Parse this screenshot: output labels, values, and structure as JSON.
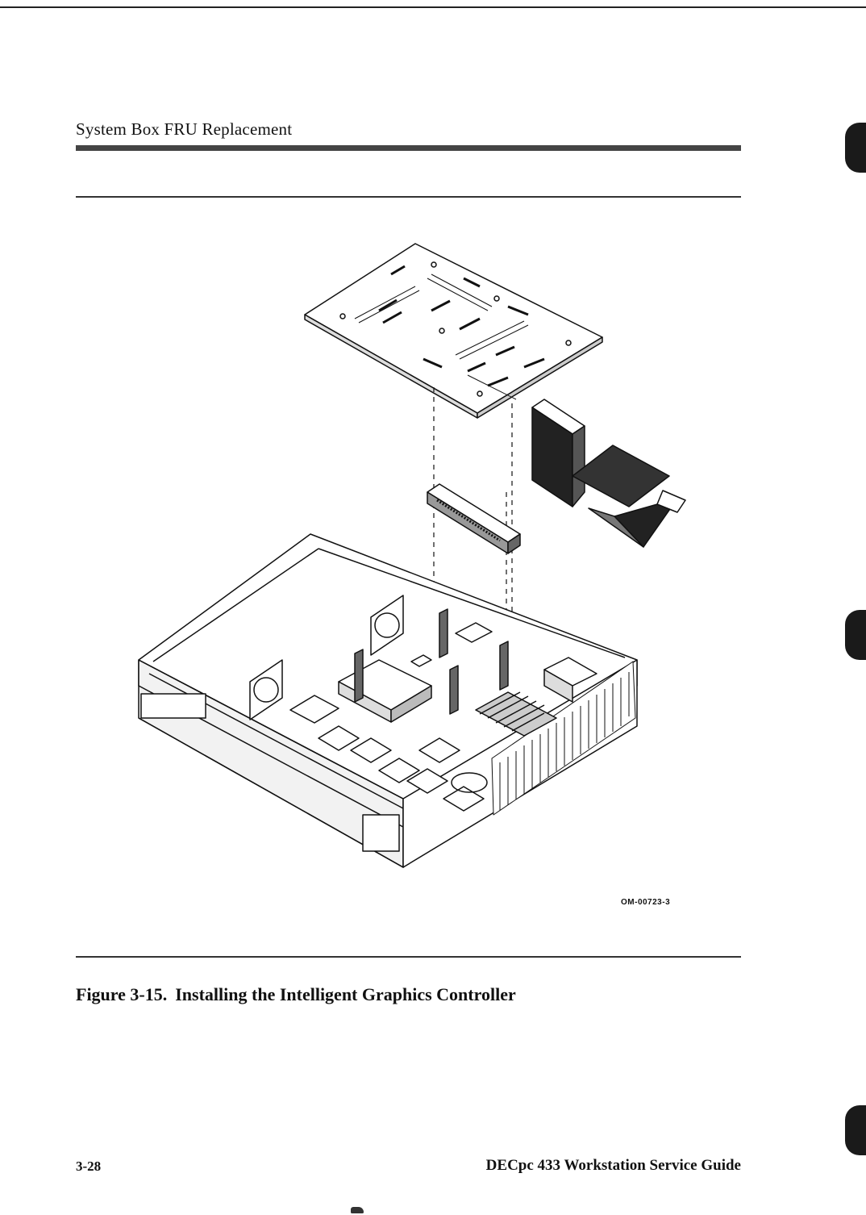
{
  "header": {
    "section_title": "System Box FRU Replacement"
  },
  "figure": {
    "art_code": "OM-00723-3",
    "caption_number": "Figure 3-15.",
    "caption_text": "Installing the Intelligent Graphics Controller"
  },
  "footer": {
    "page_number": "3-28",
    "guide_title": "DECpc 433 Workstation Service Guide"
  }
}
